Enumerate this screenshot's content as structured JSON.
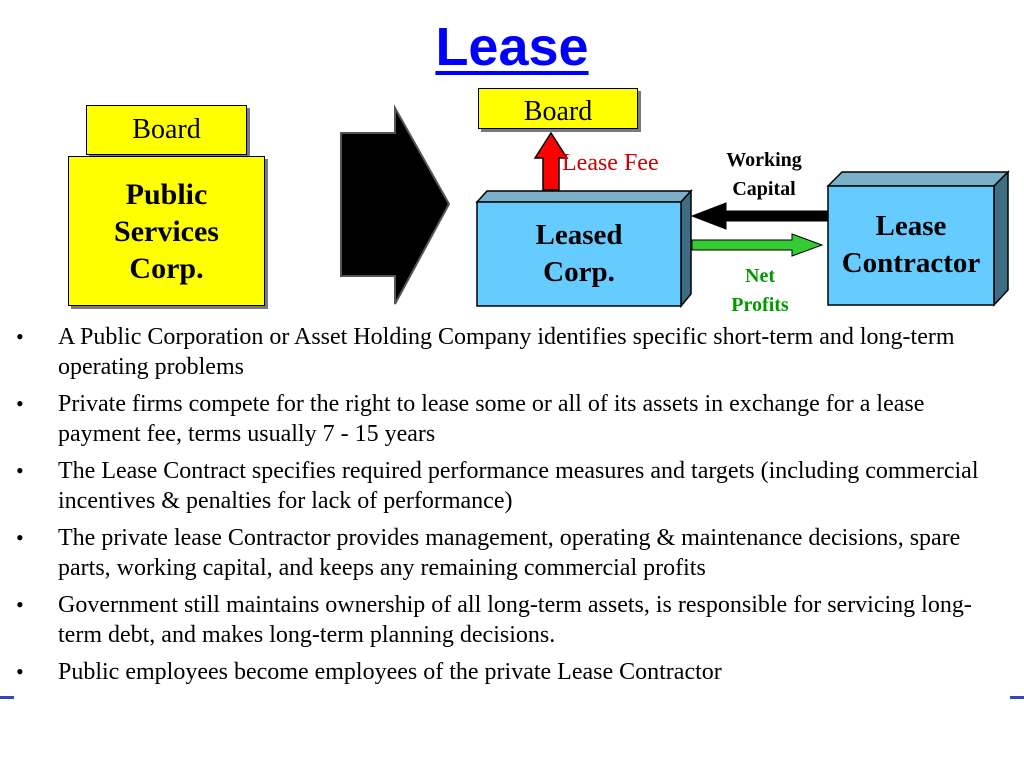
{
  "title": "Lease",
  "diagram": {
    "left_board": "Board",
    "public_corp_lines": [
      "Public",
      "Services",
      "Corp."
    ],
    "right_board": "Board",
    "lease_fee": "Lease Fee",
    "working_capital_lines": [
      "Working",
      "Capital"
    ],
    "net_profits_lines": [
      "Net",
      "Profits"
    ],
    "leased_corp_lines": [
      "Leased",
      "Corp."
    ],
    "lease_contractor_lines": [
      "Lease",
      "Contractor"
    ]
  },
  "colors": {
    "title": "#0000ff",
    "yellow_box": "#ffff00",
    "blue_box": "#66ccff",
    "red_arrow": "#ff0000",
    "green_arrow": "#33cc33"
  },
  "bullets": [
    "A Public Corporation or Asset Holding Company identifies specific short-term and long-term operating problems",
    "Private firms compete for the right to lease some or all of its assets in exchange for a lease payment fee, terms usually 7 - 15 years",
    "The Lease Contract specifies required performance measures and targets (including commercial incentives & penalties for lack of performance)",
    "The private lease Contractor provides management, operating & maintenance decisions, spare parts, working capital, and keeps any remaining commercial profits",
    "Government still maintains ownership of all long-term assets, is responsible for servicing long-term debt, and makes long-term planning decisions.",
    "Public employees become employees of the private Lease Contractor"
  ],
  "bullet_glyph": "•"
}
